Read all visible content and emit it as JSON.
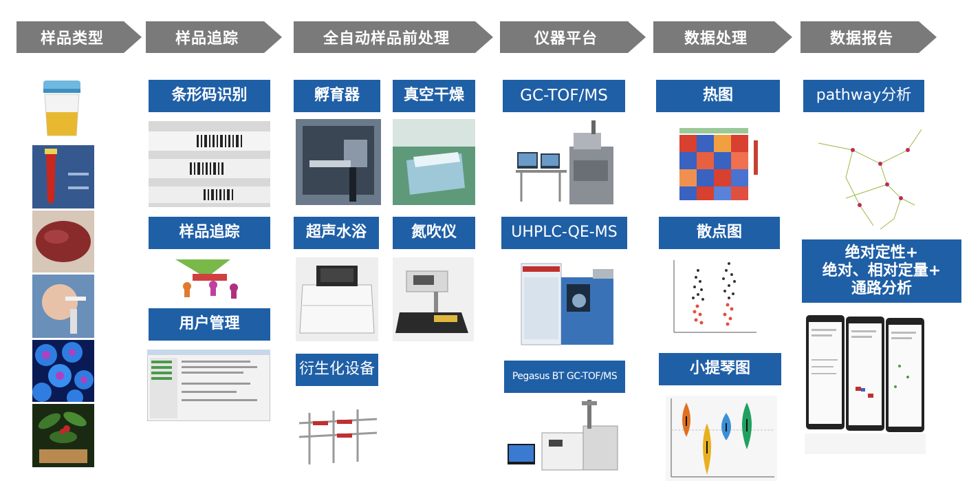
{
  "stages": [
    "样品类型",
    "样品追踪",
    "全自动样品前处理",
    "仪器平台",
    "数据处理",
    "数据报告"
  ],
  "labels": {
    "barcode": "条形码识别",
    "tracking": "样品追踪",
    "user_mgmt": "用户管理",
    "incubator": "孵育器",
    "vacuum_dry": "真空干燥",
    "ultrasonic": "超声水浴",
    "nitrogen": "氮吹仪",
    "derivatization": "衍生化设备",
    "gctof": "GC-TOF/MS",
    "uhplc": "UHPLC-QE-MS",
    "pegasus": "Pegasus BT GC-TOF/MS",
    "heatmap": "热图",
    "scatter": "散点图",
    "violin": "小提琴图",
    "pathway": "pathway分析",
    "report_line1": "绝对定性+",
    "report_line2": "绝对、相对定量+",
    "report_line3": "通路分析"
  },
  "colors": {
    "stage_gray": "#7a7a7a",
    "label_blue": "#1f5fa6"
  }
}
